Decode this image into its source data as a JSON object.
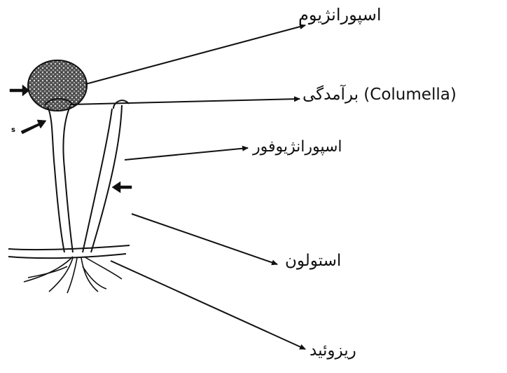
{
  "labels": {
    "sporangium": "اسپورانژیوم",
    "columella": "برآمدگی (Columella)",
    "sporangiophore": "اسپورانژیوفور",
    "stolon": "استولون",
    "rhizoid": "ریزوئید",
    "marker": "s"
  },
  "colors": {
    "ink": "#111111",
    "background": "#ffffff"
  }
}
